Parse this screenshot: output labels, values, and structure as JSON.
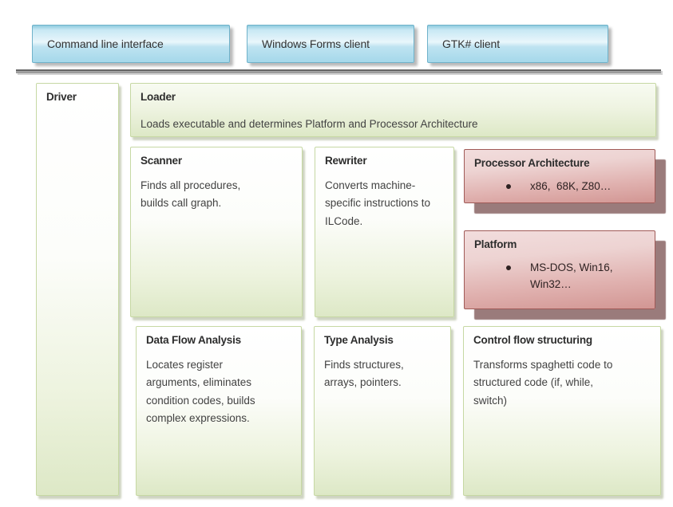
{
  "diagram": {
    "clients": [
      {
        "label": "Command line interface"
      },
      {
        "label": "Windows Forms client"
      },
      {
        "label": "GTK# client"
      }
    ],
    "driver": {
      "title": "Driver"
    },
    "loader": {
      "title": "Loader",
      "description": "Loads executable and determines Platform and Processor Architecture"
    },
    "scanner": {
      "title": "Scanner",
      "description": "Finds all procedures, builds call graph."
    },
    "rewriter": {
      "title": "Rewriter",
      "description": "Converts machine-specific instructions to ILCode."
    },
    "processor_architecture": {
      "title": "Processor Architecture",
      "bullet": "x86,  68K, Z80…"
    },
    "platform": {
      "title": "Platform",
      "bullet": "MS-DOS, Win16, Win32…"
    },
    "data_flow_analysis": {
      "title": "Data Flow Analysis",
      "description": "Locates register arguments, eliminates condition codes, builds complex expressions."
    },
    "type_analysis": {
      "title": "Type Analysis",
      "description": "Finds structures, arrays, pointers."
    },
    "control_flow_structuring": {
      "title": "Control flow structuring",
      "description": "Transforms spaghetti code to structured code (if, while, switch)"
    }
  },
  "colors": {
    "client_fill_bottom": "#a5d8ea",
    "client_border": "#6fb2ca",
    "module_fill_bottom": "#dde8c6",
    "module_border": "#c6d8a3",
    "plugin_fill_bottom": "#d29693",
    "plugin_border": "#a05a57",
    "plugin_shadow": "#9a7b7b",
    "divider": "#666666",
    "text": "#424242"
  }
}
